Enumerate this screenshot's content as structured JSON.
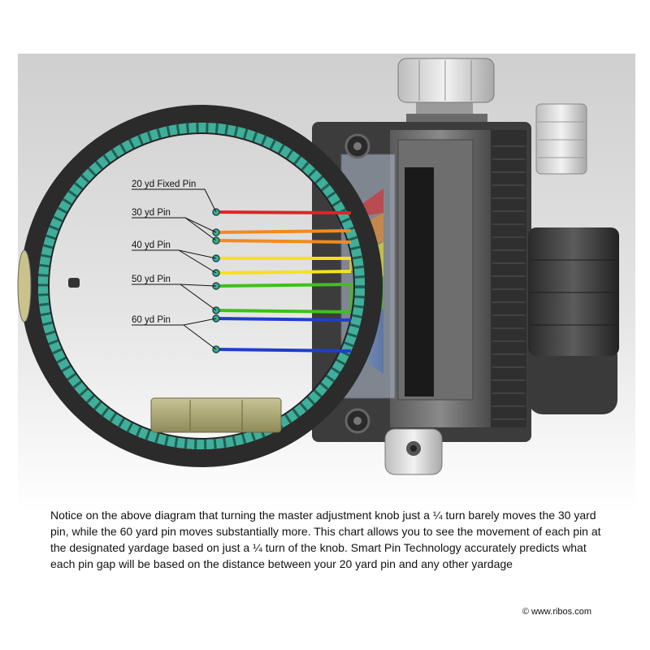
{
  "diagram": {
    "pin_labels": [
      {
        "id": "20",
        "label": "20 yd Fixed Pin"
      },
      {
        "id": "30",
        "label": "30 yd Pin"
      },
      {
        "id": "40",
        "label": "40 yd Pin"
      },
      {
        "id": "50",
        "label": "50 yd Pin"
      },
      {
        "id": "60",
        "label": "60 yd Pin"
      }
    ],
    "pin_colors": {
      "red": "#e0232a",
      "orange": "#f28a1f",
      "yellow": "#f5e21a",
      "green": "#3cc21a",
      "blue": "#1f3fc9"
    },
    "ring_accent_color": "#3fae9a"
  },
  "caption": "Notice on the above diagram that turning the master adjustment knob just a ¼ turn barely moves the 30 yard pin, while the 60 yard pin moves substantially more. This chart allows you to see the movement of each pin at the designated yardage based on just a ¼ turn of the knob. Smart Pin Technology accurately predicts what each pin gap will be based on the distance between your 20 yard pin and any other yardage",
  "copyright": "© www.ribos.com"
}
